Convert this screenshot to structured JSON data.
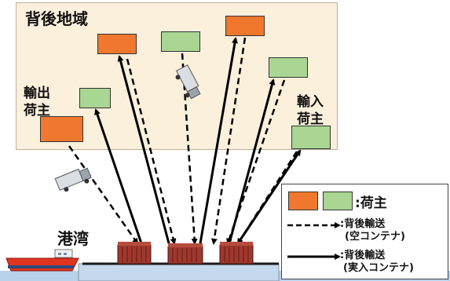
{
  "hinterland": {
    "title": "背後地域"
  },
  "exporter": {
    "label_line1": "輸出",
    "label_line2": "荷主"
  },
  "importer": {
    "label_line1": "輸入",
    "label_line2": "荷主"
  },
  "port": {
    "label": "港湾"
  },
  "legend": {
    "shipper_label": ":荷主",
    "empty_line1": ":背後輸送",
    "empty_line2": "(空コンテナ)",
    "full_line1": ":背後輸送",
    "full_line2": "(実入コンテナ)"
  },
  "colors": {
    "hinterland_bg": "#fbf0dc",
    "exporter_box": "#f0782e",
    "importer_box": "#a9d693",
    "container": "#a0382e",
    "sea": "#b9d2ec",
    "ship_hull": "#e0341e"
  },
  "icons": [
    "truck-icon",
    "container-icon",
    "ship-icon",
    "dashed-arrow-icon",
    "solid-arrow-icon"
  ]
}
